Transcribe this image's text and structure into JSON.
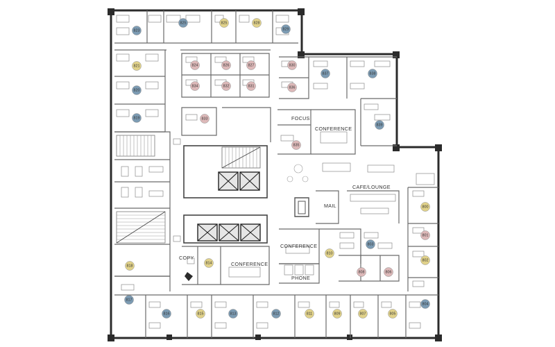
{
  "colors": {
    "blue": "#7c9bb3",
    "yellow": "#e1d28a",
    "pink": "#ddb9b9"
  },
  "labels": {
    "focus": "FOCUS",
    "conference_top": "CONFERENCE",
    "cafe": "CAFE/LOUNGE",
    "mail": "MAIL",
    "conference_mid": "CONFERENCE",
    "conference_bottom": "CONFERENCE",
    "phone": "PHONE",
    "copy": "COPY"
  },
  "offices": [
    {
      "id": "823",
      "color": "blue"
    },
    {
      "id": "825",
      "color": "blue"
    },
    {
      "id": "825",
      "color": "yellow"
    },
    {
      "id": "828",
      "color": "yellow"
    },
    {
      "id": "829",
      "color": "blue"
    },
    {
      "id": "821",
      "color": "yellow"
    },
    {
      "id": "824",
      "color": "pink"
    },
    {
      "id": "826",
      "color": "pink"
    },
    {
      "id": "827",
      "color": "pink"
    },
    {
      "id": "830",
      "color": "pink"
    },
    {
      "id": "837",
      "color": "blue"
    },
    {
      "id": "838",
      "color": "blue"
    },
    {
      "id": "820",
      "color": "blue"
    },
    {
      "id": "834",
      "color": "pink"
    },
    {
      "id": "832",
      "color": "pink"
    },
    {
      "id": "831",
      "color": "pink"
    },
    {
      "id": "836",
      "color": "pink"
    },
    {
      "id": "819",
      "color": "blue"
    },
    {
      "id": "833",
      "color": "pink"
    },
    {
      "id": "839",
      "color": "blue"
    },
    {
      "id": "835",
      "color": "pink"
    },
    {
      "id": "800",
      "color": "yellow"
    },
    {
      "id": "801",
      "color": "pink"
    },
    {
      "id": "803",
      "color": "blue"
    },
    {
      "id": "810",
      "color": "yellow"
    },
    {
      "id": "802",
      "color": "yellow"
    },
    {
      "id": "814",
      "color": "yellow"
    },
    {
      "id": "818",
      "color": "yellow"
    },
    {
      "id": "808",
      "color": "pink"
    },
    {
      "id": "806",
      "color": "pink"
    },
    {
      "id": "817",
      "color": "blue"
    },
    {
      "id": "804",
      "color": "blue"
    },
    {
      "id": "816",
      "color": "blue"
    },
    {
      "id": "815",
      "color": "yellow"
    },
    {
      "id": "813",
      "color": "blue"
    },
    {
      "id": "812",
      "color": "blue"
    },
    {
      "id": "811",
      "color": "yellow"
    },
    {
      "id": "809",
      "color": "yellow"
    },
    {
      "id": "807",
      "color": "yellow"
    },
    {
      "id": "805",
      "color": "yellow"
    }
  ]
}
